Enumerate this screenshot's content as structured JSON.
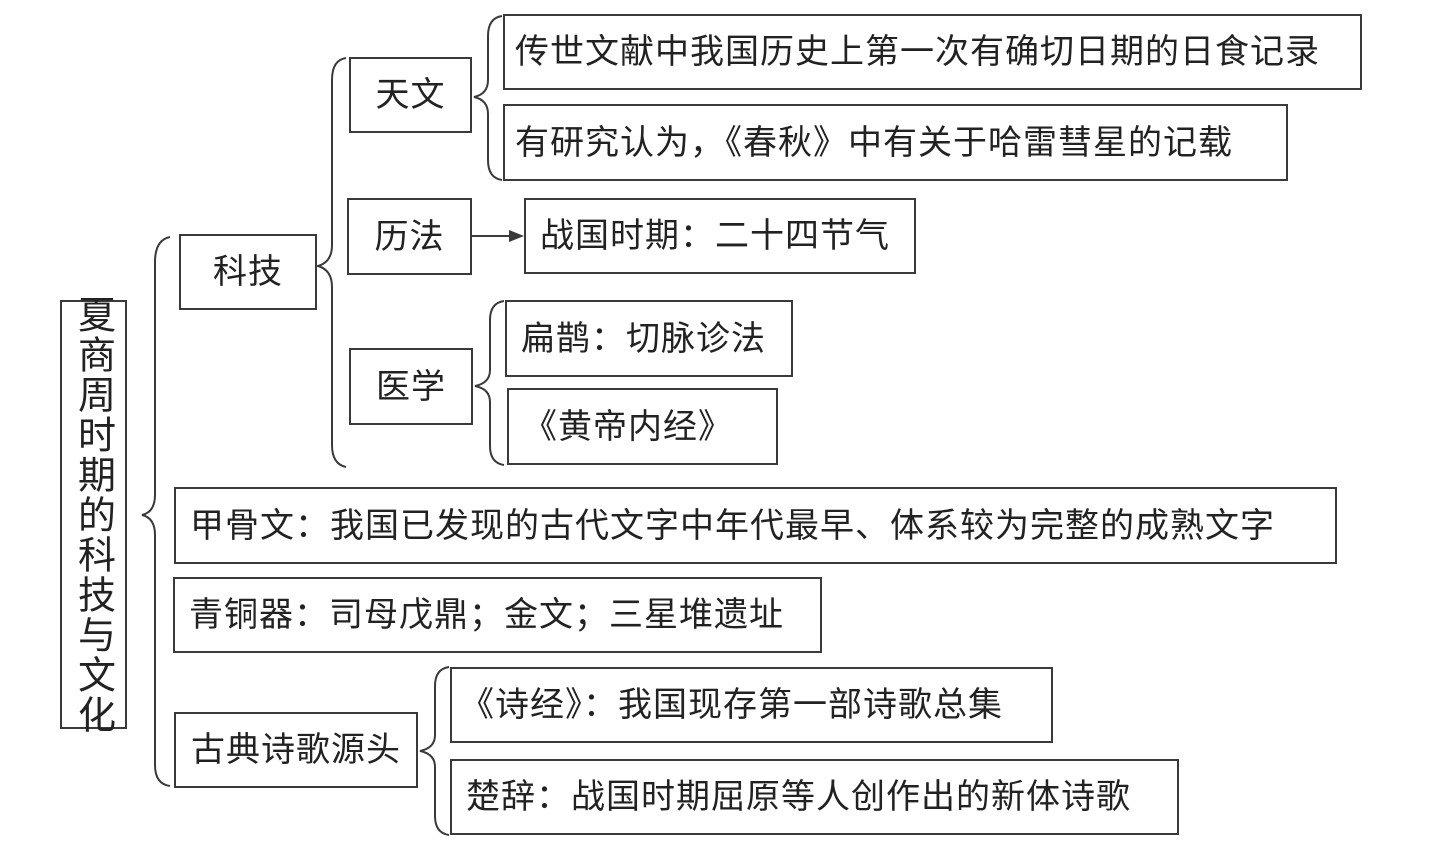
{
  "root": {
    "label": "夏商周时期的科技与文化"
  },
  "science": {
    "label": "科技",
    "astronomy": {
      "label": "天文",
      "items": [
        "传世文献中我国历史上第一次有确切日期的日食记录",
        "有研究认为，《春秋》中有关于哈雷彗星的记载"
      ]
    },
    "calendar": {
      "label": "历法",
      "item": "战国时期：二十四节气"
    },
    "medicine": {
      "label": "医学",
      "items": [
        "扁鹊：切脉诊法",
        "《黄帝内经》"
      ]
    }
  },
  "oracle_bone": {
    "text": "甲骨文：我国已发现的古代文字中年代最早、体系较为完整的成熟文字"
  },
  "bronze": {
    "text": "青铜器：司母戊鼎；金文；三星堆遗址"
  },
  "poetry": {
    "label": "古典诗歌源头",
    "items": [
      "《诗经》：我国现存第一部诗歌总集",
      "楚辞：战国时期屈原等人创作出的新体诗歌"
    ]
  }
}
